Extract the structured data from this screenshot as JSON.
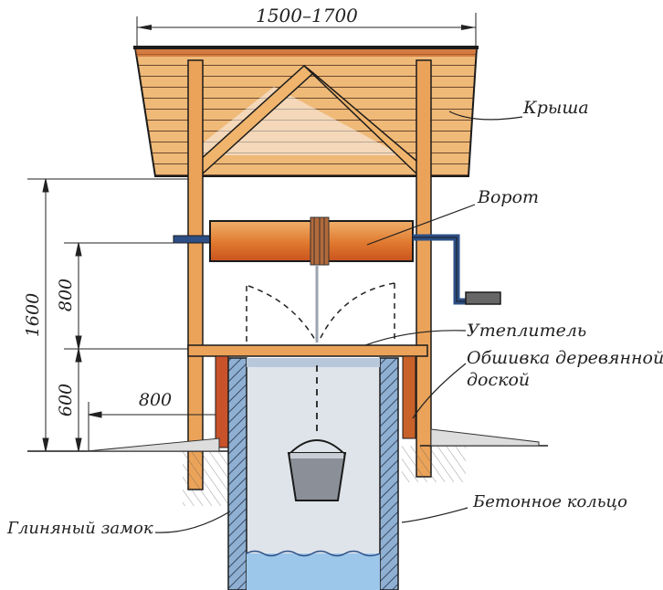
{
  "title": "Колодец с воротом — схема",
  "colors": {
    "wood": "#e9a45a",
    "wood_light": "#f3c98f",
    "wood_dark": "#c8622a",
    "metal": "#2d4f86",
    "concrete": "#8fb0d2",
    "interior": "#dfe4ea",
    "water": "#9cc6ea",
    "line": "#1b1b1b"
  },
  "dimensions": {
    "roof_width": "1500–1700",
    "total_height": "1600",
    "windlass_height": "800",
    "frame_height": "600",
    "clay_lock_width": "800"
  },
  "labels": {
    "roof": "Крыша",
    "windlass": "Ворот",
    "insulation": "Утеплитель",
    "cladding_line1": "Обшивка деревянной",
    "cladding_line2": "доской",
    "clay_lock": "Глиняный замок",
    "concrete_ring": "Бетонное кольцо"
  }
}
